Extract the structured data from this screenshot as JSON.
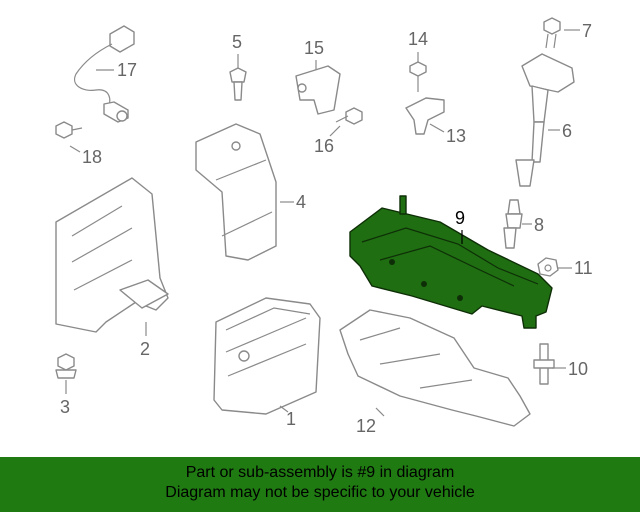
{
  "diagram": {
    "callouts": {
      "c1": "1",
      "c2": "2",
      "c3": "3",
      "c4": "4",
      "c5": "5",
      "c6": "6",
      "c7": "7",
      "c8": "8",
      "c9": "9",
      "c10": "10",
      "c11": "11",
      "c12": "12",
      "c13": "13",
      "c14": "14",
      "c15": "15",
      "c16": "16",
      "c17": "17",
      "c18": "18"
    },
    "highlighted_part": "9",
    "colors": {
      "highlight": "#1f6e12",
      "outline": "#8a8a8a",
      "banner": "#1f7a12"
    }
  },
  "banner": {
    "line1": "Part or sub-assembly is #9 in diagram",
    "line2": "Diagram may not be specific to your vehicle"
  }
}
